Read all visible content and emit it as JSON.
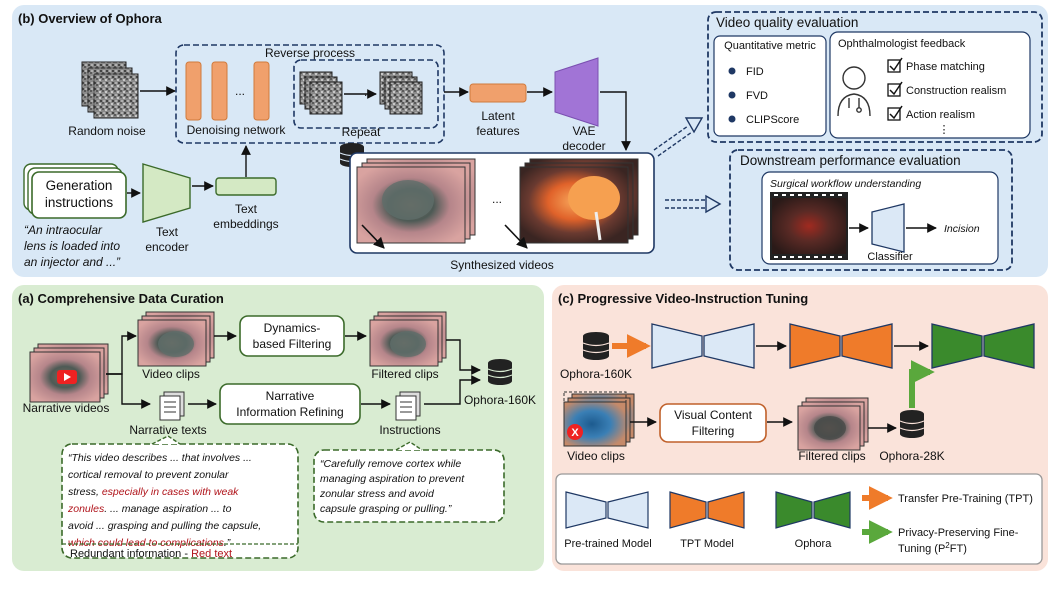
{
  "colors": {
    "panel_b": "#d9e8f6",
    "panel_a": "#d9ecd2",
    "panel_c": "#fae3da",
    "border_blue": "#1f3864",
    "border_green": "#3b6a2a",
    "orange": "#f0a06c",
    "purple": "#a174d6",
    "light_blue": "#dbe8f6",
    "tpt_orange": "#ef7b2a",
    "ophora_green": "#3a8a2c",
    "red_text": "#b0141b"
  },
  "panel_b": {
    "title": "(b) Overview of Ophora",
    "random_noise": "Random noise",
    "reverse_process": "Reverse process",
    "ellipsis": "...",
    "denoising_network": "Denoising network",
    "repeat": "Repeat",
    "latent_features": [
      "Latent",
      "features"
    ],
    "vae_decoder": [
      "VAE",
      "decoder"
    ],
    "generation_instructions": [
      "Generation",
      "instructions"
    ],
    "text_encoder": [
      "Text",
      "encoder"
    ],
    "text_embeddings": [
      "Text",
      "embeddings"
    ],
    "example_quote": [
      "“An intraocular",
      "lens is loaded into",
      "an injector and ...”"
    ],
    "synthesized_videos": "Synthesized videos",
    "video_quality": {
      "title": "Video quality evaluation",
      "quant_title": "Quantitative metric",
      "metrics": [
        "FID",
        "FVD",
        "CLIPScore"
      ],
      "feedback_title": "Ophthalmologist feedback",
      "feedback_items": [
        "Phase matching",
        "Construction realism",
        "Action realism"
      ],
      "more": "⋮"
    },
    "downstream": {
      "title": "Downstream performance evaluation",
      "task": "Surgical workflow understanding",
      "classifier": "Classifier",
      "output": "Incision"
    }
  },
  "panel_a": {
    "title": "(a) Comprehensive Data Curation",
    "narrative_videos": "Narrative videos",
    "video_clips": "Video clips",
    "dynamics_filter": [
      "Dynamics-",
      "based Filtering"
    ],
    "filtered_clips": "Filtered clips",
    "ophora_160k": "Ophora-160K",
    "narrative_info": [
      "Narrative",
      "Information Refining"
    ],
    "narrative_texts": "Narrative texts",
    "instructions": "Instructions",
    "quote_left_lines": [
      "“This video describes ... that involves ...",
      "cortical removal to prevent zonular",
      "stress, ",
      "especially in cases with weak",
      "zonules",
      ". ... manage aspiration ... to",
      "avoid ... grasping and pulling the capsule,",
      "which could lead to complications",
      ".”"
    ],
    "redundant_label": "Redundant information - ",
    "redundant_red": "Red text",
    "quote_right_lines": [
      "“Carefully remove cortex while",
      "managing aspiration to prevent",
      "zonular stress and avoid",
      "capsule grasping or pulling.”"
    ]
  },
  "panel_c": {
    "title": "(c) Progressive Video-Instruction Tuning",
    "ophora_160k": "Ophora-160K",
    "video_clips": "Video clips",
    "visual_filter": [
      "Visual Content",
      "Filtering"
    ],
    "filtered_clips": "Filtered clips",
    "ophora_28k": "Ophora-28K",
    "legend": {
      "pretrained": "Pre-trained Model",
      "tpt_model": "TPT Model",
      "ophora": "Ophora",
      "tpt": "Transfer Pre-Training (TPT)",
      "ppft_line1": "Privacy-Preserving Fine-",
      "ppft_line2a": "Tuning (P",
      "ppft_sup": "2",
      "ppft_line2b": "FT)"
    }
  }
}
